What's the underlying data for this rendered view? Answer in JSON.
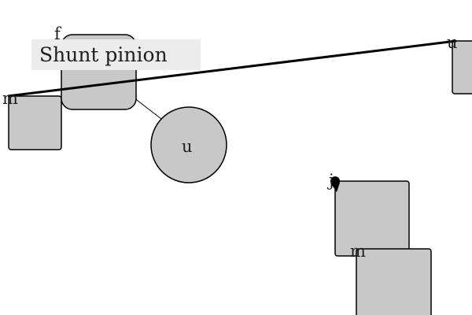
{
  "diagram": {
    "title": "Shunt pinion",
    "colors": {
      "node_fill": "#c8c8c8",
      "stroke": "#000000",
      "title_background": "#ececec",
      "text": "#1e1e1e"
    },
    "node_labels": {
      "rounded_square_top": "f",
      "left_square": "m",
      "circle": "u",
      "right_square": "u",
      "middle_square": "j",
      "bottom_square": "m"
    }
  }
}
